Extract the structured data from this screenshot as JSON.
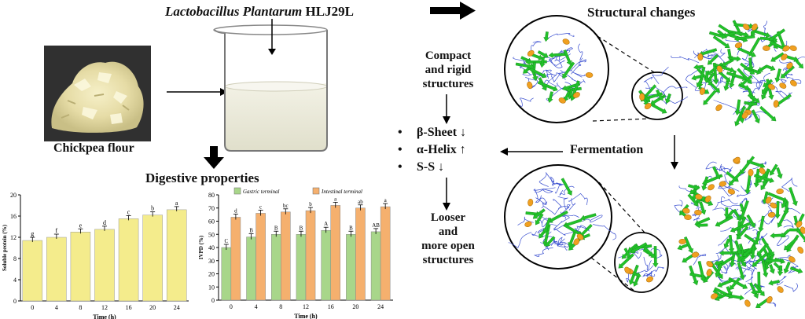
{
  "header": {
    "strain_italic": "Lactobacillus Plantarum",
    "strain_code": "HLJ29L",
    "structural_title": "Structural changes"
  },
  "left": {
    "flour_label": "Chickpea flour",
    "digestive_title": "Digestive properties"
  },
  "middle": {
    "compact_text": "Compact\nand rigid\nstructures",
    "bullets": [
      {
        "text": "β-Sheet ↓"
      },
      {
        "text": "α-Helix ↑"
      },
      {
        "text": "S-S ↓"
      }
    ],
    "looser_text": "Looser\nand\nmore open\nstructures",
    "fermentation_label": "Fermentation"
  },
  "colors": {
    "yellow_bar": "#f4ec8c",
    "green_bar": "#a8d68a",
    "orange_bar": "#f5b06e",
    "protein_green": "#22c22a",
    "helix_orange": "#f0a020",
    "coil_blue": "#3a4fd0"
  },
  "chart_data": [
    {
      "type": "bar",
      "categories": [
        "0",
        "4",
        "8",
        "12",
        "16",
        "20",
        "24"
      ],
      "values": [
        11.4,
        12.0,
        13.0,
        13.5,
        15.5,
        16.2,
        17.2
      ],
      "letters": [
        "g",
        "f",
        "e",
        "d",
        "c",
        "b",
        "a"
      ],
      "xlabel": "Time (h)",
      "ylabel": "Soluble protein (%)",
      "ylim": [
        0,
        20
      ],
      "yticks": [
        0,
        4,
        8,
        12,
        16,
        20
      ]
    },
    {
      "type": "bar",
      "categories": [
        "0",
        "4",
        "8",
        "12",
        "16",
        "20",
        "24"
      ],
      "series": [
        {
          "name": "Gastric terminal",
          "values": [
            40,
            48,
            50,
            50,
            53,
            50,
            52
          ],
          "letters": [
            "C",
            "B",
            "B",
            "B",
            "A",
            "B",
            "AB"
          ]
        },
        {
          "name": "Intestinal terminal",
          "values": [
            63,
            66,
            67,
            68,
            72,
            70,
            71
          ],
          "letters": [
            "d",
            "c",
            "bc",
            "b",
            "a",
            "ab",
            "a"
          ]
        }
      ],
      "xlabel": "Time (h)",
      "ylabel": "IVPD (%)",
      "ylim": [
        0,
        80
      ],
      "yticks": [
        0,
        10,
        20,
        30,
        40,
        50,
        60,
        70,
        80
      ],
      "legend": "top"
    }
  ]
}
